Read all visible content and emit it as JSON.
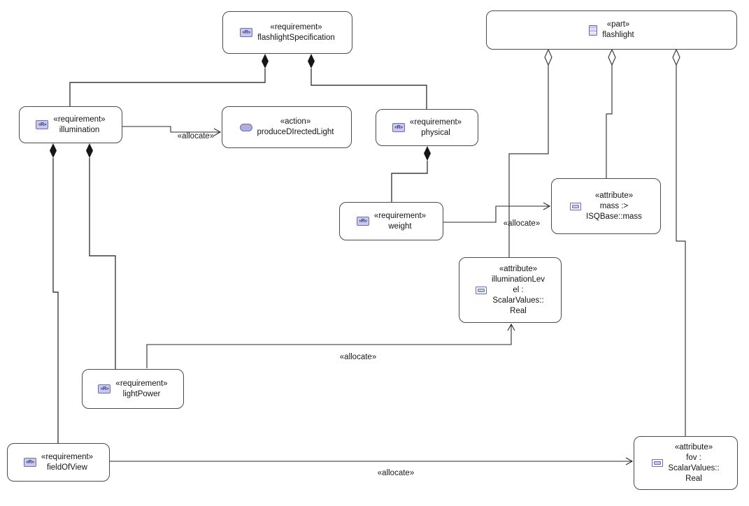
{
  "nodes": [
    {
      "id": "flashlightSpecification",
      "stereotype": "«requirement»",
      "name": "flashlightSpecification",
      "icon": "requirement"
    },
    {
      "id": "flashlight",
      "stereotype": "«part»",
      "name": "flashlight",
      "icon": "part"
    },
    {
      "id": "illumination",
      "stereotype": "«requirement»",
      "name": "illumination",
      "icon": "requirement"
    },
    {
      "id": "produceDIrectedLight",
      "stereotype": "«action»",
      "name": "produceDIrectedLight",
      "icon": "action"
    },
    {
      "id": "physical",
      "stereotype": "«requirement»",
      "name": "physical",
      "icon": "requirement"
    },
    {
      "id": "weight",
      "stereotype": "«requirement»",
      "name": "weight",
      "icon": "requirement"
    },
    {
      "id": "mass",
      "stereotype": "«attribute»",
      "name": "mass :>\nISQBase::mass",
      "icon": "attribute"
    },
    {
      "id": "illuminationLevel",
      "stereotype": "«attribute»",
      "name": "illuminationLev\nel :\nScalarValues::\nReal",
      "icon": "attribute"
    },
    {
      "id": "lightPower",
      "stereotype": "«requirement»",
      "name": "lightPower",
      "icon": "requirement"
    },
    {
      "id": "fieldOfView",
      "stereotype": "«requirement»",
      "name": "fieldOfView",
      "icon": "requirement"
    },
    {
      "id": "fov",
      "stereotype": "«attribute»",
      "name": "fov :\nScalarValues::\nReal",
      "icon": "attribute"
    }
  ],
  "edges": {
    "compositions": [
      {
        "from": "flashlightSpecification",
        "to": "illumination"
      },
      {
        "from": "flashlightSpecification",
        "to": "physical"
      },
      {
        "from": "physical",
        "to": "weight"
      },
      {
        "from": "illumination",
        "to": "fieldOfView"
      },
      {
        "from": "illumination",
        "to": "lightPower"
      }
    ],
    "shared_aggregations": [
      {
        "from": "flashlight",
        "to": "illuminationLevel"
      },
      {
        "from": "flashlight",
        "to": "mass"
      },
      {
        "from": "flashlight",
        "to": "fov"
      }
    ],
    "allocates": [
      {
        "from": "illumination",
        "to": "produceDIrectedLight",
        "label": "«allocate»"
      },
      {
        "from": "weight",
        "to": "mass",
        "label": "«allocate»"
      },
      {
        "from": "lightPower",
        "to": "illuminationLevel",
        "label": "«allocate»"
      },
      {
        "from": "fieldOfView",
        "to": "fov",
        "label": "«allocate»"
      }
    ]
  },
  "icons": {
    "requirement_glyph": "«R»"
  },
  "colors": {
    "node_border": "#4a4a4a",
    "wire": "#3d3d3d",
    "icon_fill": "#c9c9ec",
    "icon_border": "#6c6cae",
    "action_fill": "#b0b0e0",
    "diamond_fill": "#161616",
    "background": "#ffffff"
  }
}
